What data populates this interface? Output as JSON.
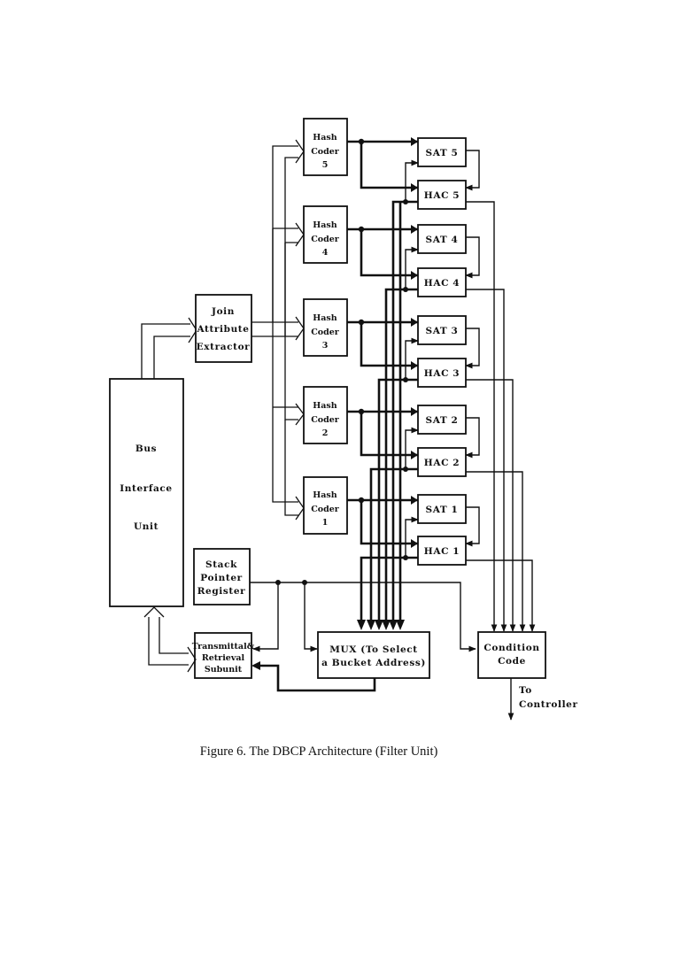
{
  "diagram": {
    "bus_interface": [
      "Bus",
      "Interface",
      "Unit"
    ],
    "join_extractor": [
      "Join",
      "Attribute",
      "Extractor"
    ],
    "hash_coders": [
      [
        "Hash",
        "Coder",
        "5"
      ],
      [
        "Hash",
        "Coder",
        "4"
      ],
      [
        "Hash",
        "Coder",
        "3"
      ],
      [
        "Hash",
        "Coder",
        "2"
      ],
      [
        "Hash",
        "Coder",
        "1"
      ]
    ],
    "sats": [
      "SAT 5",
      "SAT 4",
      "SAT 3",
      "SAT 2",
      "SAT 1"
    ],
    "hacs": [
      "HAC 5",
      "HAC 4",
      "HAC 3",
      "HAC 2",
      "HAC 1"
    ],
    "stack_pointer": [
      "Stack",
      "Pointer",
      "Register"
    ],
    "transmittal": [
      "Transmittal&",
      "Retrieval",
      "Subunit"
    ],
    "mux": [
      "MUX (To Select",
      "a Bucket Address)"
    ],
    "condition_code": [
      "Condition",
      "Code"
    ],
    "to_controller": [
      "To",
      "Controller"
    ]
  },
  "caption": "Figure 6. The DBCP Architecture (Filter Unit)"
}
